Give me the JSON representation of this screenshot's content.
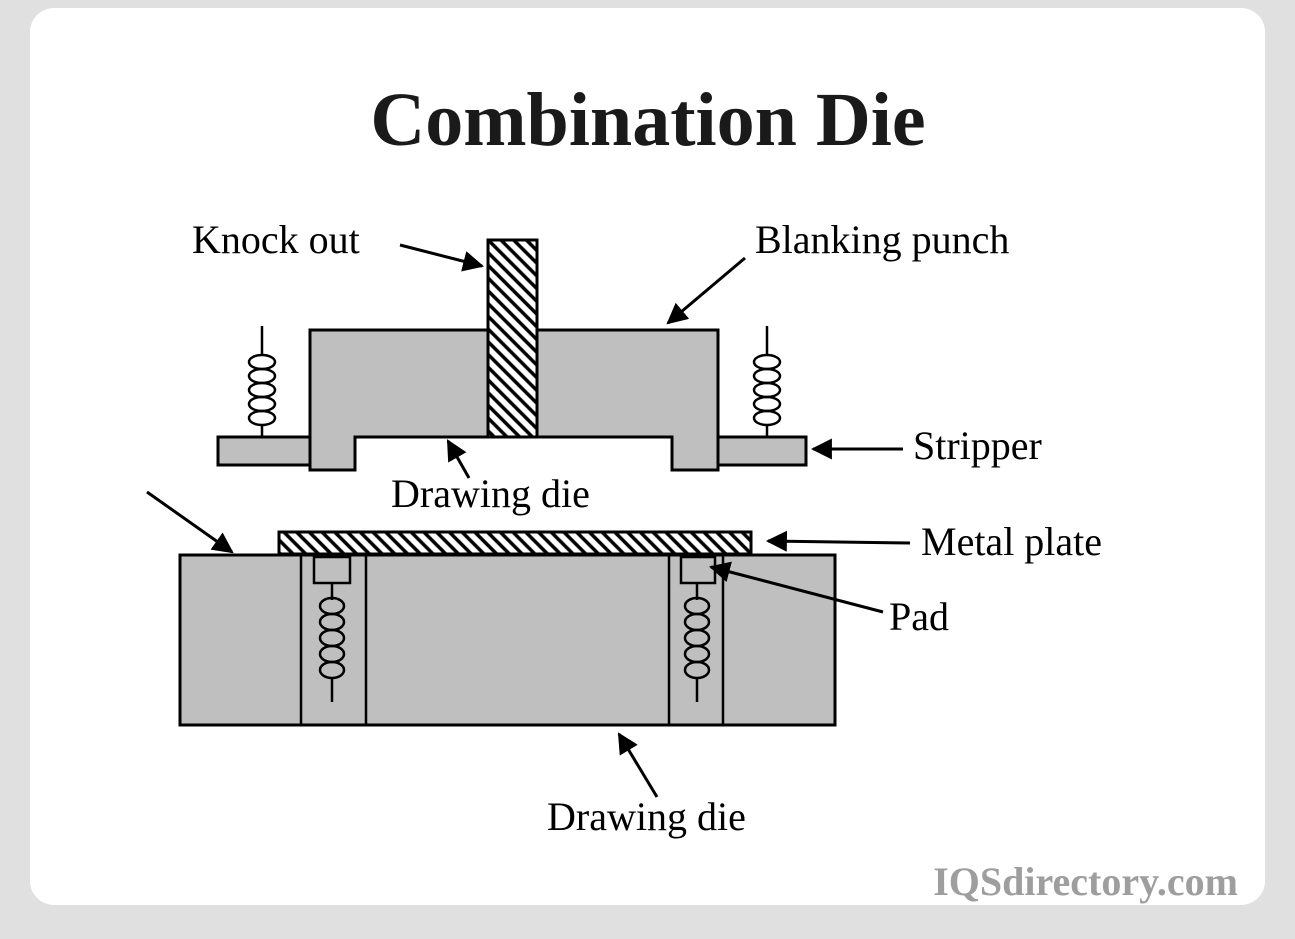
{
  "title": "Combination Die",
  "watermark": "IQSdirectory.com",
  "labels": {
    "knock_out": "Knock out",
    "blanking_punch": "Blanking punch",
    "stripper": "Stripper",
    "drawing_die_upper": "Drawing die",
    "metal_plate": "Metal plate",
    "pad": "Pad",
    "drawing_die_lower": "Drawing die"
  },
  "colors": {
    "background": "#e0e0e0",
    "card": "#ffffff",
    "part_fill": "#bfbfbf",
    "outline": "#000000",
    "watermark_gray": "#9e9e9e"
  }
}
